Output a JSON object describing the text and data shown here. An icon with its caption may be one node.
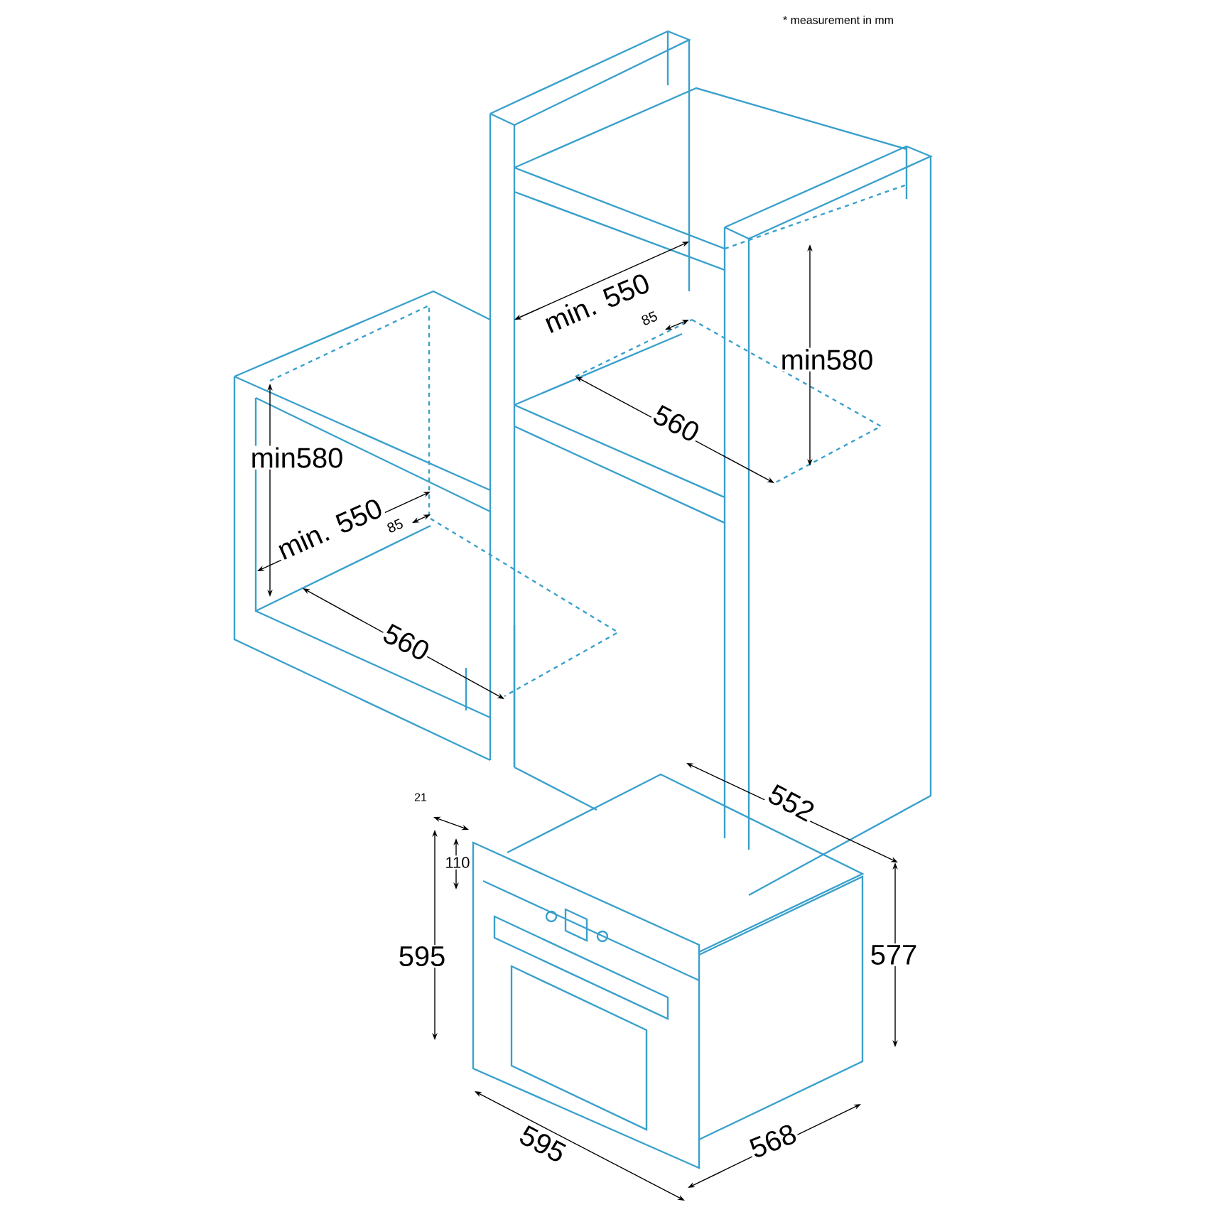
{
  "diagram": {
    "labels": [
      "* measurement in mm",
      "min. 550",
      "85",
      "min580",
      "560",
      "min580",
      "min. 550",
      "85",
      "560",
      "552",
      "21",
      "110",
      "595",
      "577",
      "595",
      "568"
    ]
  }
}
